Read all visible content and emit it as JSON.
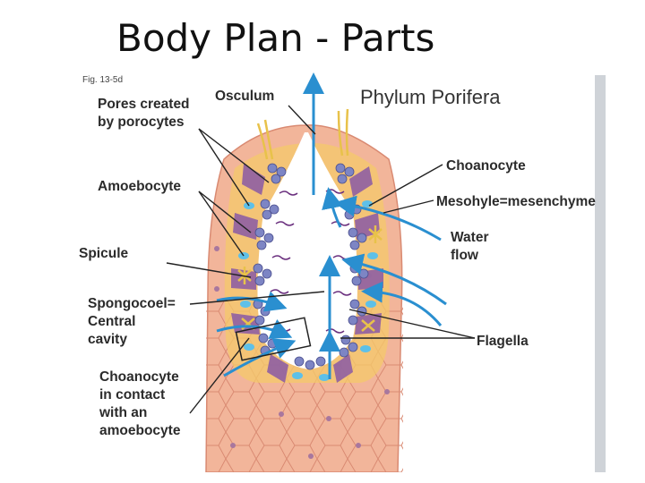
{
  "slide": {
    "title": "Body Plan - Parts"
  },
  "figure": {
    "fig_number": "Fig. 13-5d",
    "phylum": "Phylum Porifera",
    "labels": {
      "pores_1": "Pores created",
      "pores_2": "by porocytes",
      "osculum": "Osculum",
      "amoebocyte": "Amoebocyte",
      "spicule": "Spicule",
      "spongocoel_1": "Spongocoel=",
      "spongocoel_2": "Central",
      "spongocoel_3": "cavity",
      "contact_1": "Choanocyte",
      "contact_2": "in contact",
      "contact_3": "with an",
      "contact_4": "amoebocyte",
      "choanocyte": "Choanocyte",
      "mesohyle": "Mesohyle=mesenchyme",
      "water_1": "Water",
      "water_2": "flow",
      "flagella": "Flagella"
    },
    "colors": {
      "tissue": "#f2b59a",
      "tissue_line": "#d98a72",
      "mesohyle": "#f4c96a",
      "choanocyte": "#7d85c4",
      "pinacocyte": "#8a5aa6",
      "flow_arrow": "#2a8fd0",
      "spicule": "#e8c24a"
    }
  }
}
